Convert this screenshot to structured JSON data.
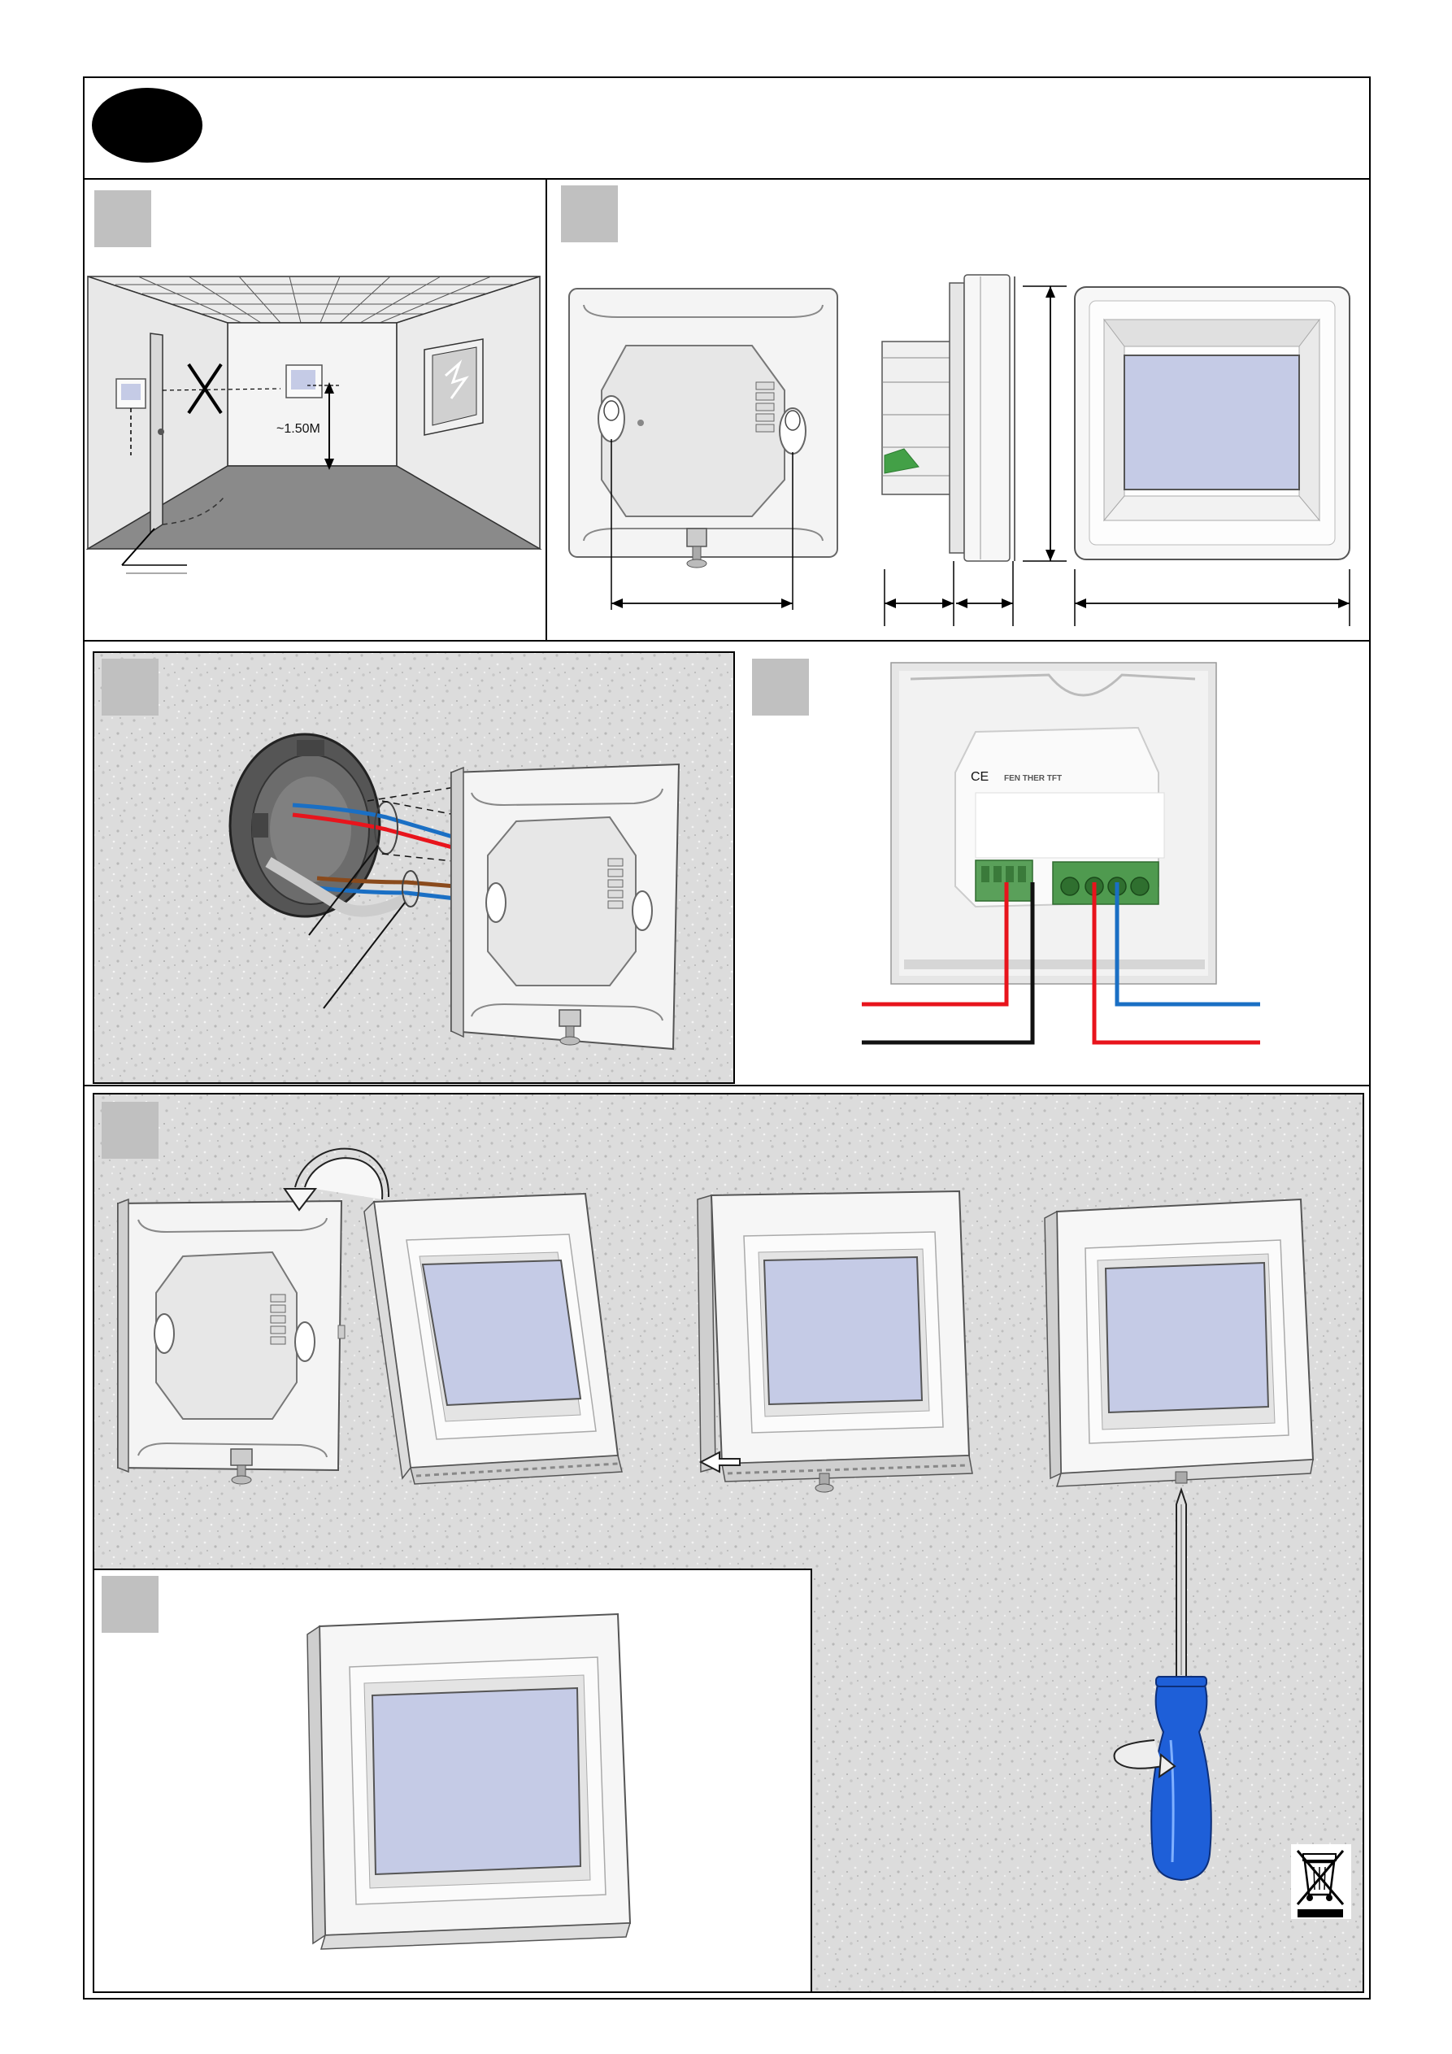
{
  "room": {
    "height_label": "~1.50M"
  },
  "terminal": {
    "ce_mark": "CE",
    "model_label": "FEN THER TFT"
  },
  "colors": {
    "wire_red": "#e8141c",
    "wire_blue": "#1a6fc4",
    "wire_black": "#111111",
    "wire_brown": "#8a4a1c",
    "screen": "#c5cbe6",
    "step_badge": "#c0c0c0",
    "screwdriver": "#1e5fd8",
    "connector_green": "#43a047"
  },
  "icons": {
    "language_badge": "black-oval-icon",
    "recycle_bin": "crossed-out-bin-icon",
    "rotate_arrow": "curved-arrow-icon",
    "push_arrow": "left-arrow-icon",
    "screwdriver": "screwdriver-icon"
  }
}
